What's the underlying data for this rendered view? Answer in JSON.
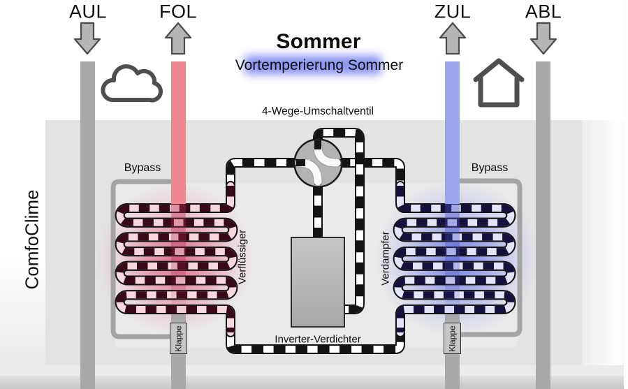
{
  "scene": {
    "mode_title": "Sommer",
    "mode_subtitle": "Vortemperierung Sommer"
  },
  "device": {
    "name": "ComfoClime"
  },
  "airflow": {
    "aul": {
      "label": "AUL",
      "direction": "down"
    },
    "fol": {
      "label": "FOL",
      "direction": "up"
    },
    "zul": {
      "label": "ZUL",
      "direction": "up"
    },
    "abl": {
      "label": "ABL",
      "direction": "down"
    }
  },
  "components": {
    "valve": "4-Wege-Umschaltventil",
    "compressor": "Inverter-Verdichter",
    "condenser": "Verflüssiger",
    "evaporator": "Verdampfer",
    "bypass_left": "Bypass",
    "bypass_right": "Bypass",
    "damper_left": "Klappe",
    "damper_right": "Klappe"
  },
  "icons": [
    "cloud-icon",
    "house-icon",
    "arrow-down-icon",
    "arrow-up-icon",
    "four-way-valve-icon"
  ],
  "colors": {
    "fol_bar": "#f0868e",
    "zul_bar": "#9aa6f0",
    "duct_gray": "#a9a9a9",
    "subtitle_highlight": "#8e97f1",
    "condenser_base": "#f6d8de",
    "condenser_dash": "#3a0919",
    "evaporator_base": "#e4e5f9",
    "evaporator_dash": "#15103c"
  }
}
